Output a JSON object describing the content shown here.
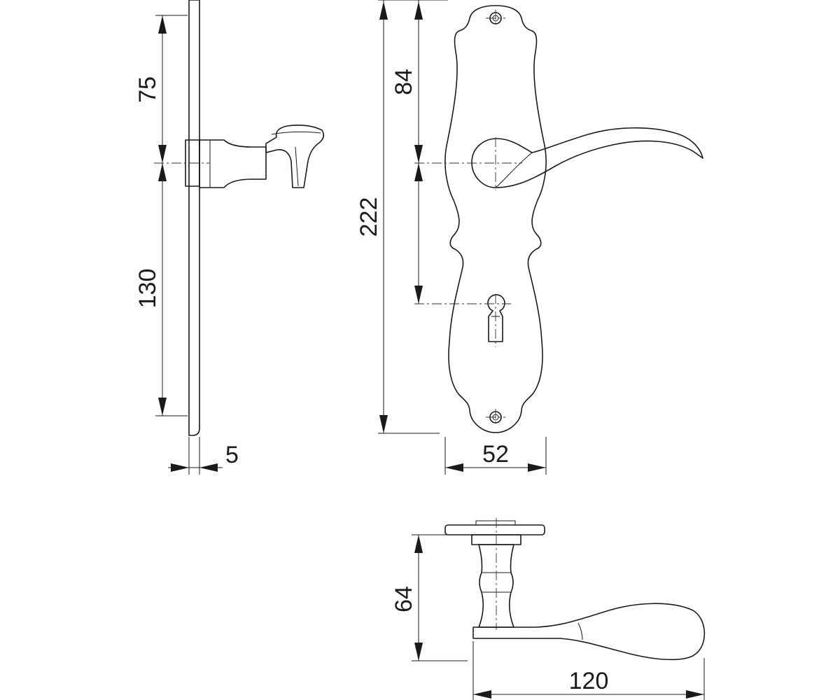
{
  "dimensions": {
    "side_upper": "75",
    "side_lower": "130",
    "thickness": "5",
    "front_spindle": "84",
    "front_total": "222",
    "front_width": "52",
    "top_projection": "64",
    "top_length": "120"
  }
}
